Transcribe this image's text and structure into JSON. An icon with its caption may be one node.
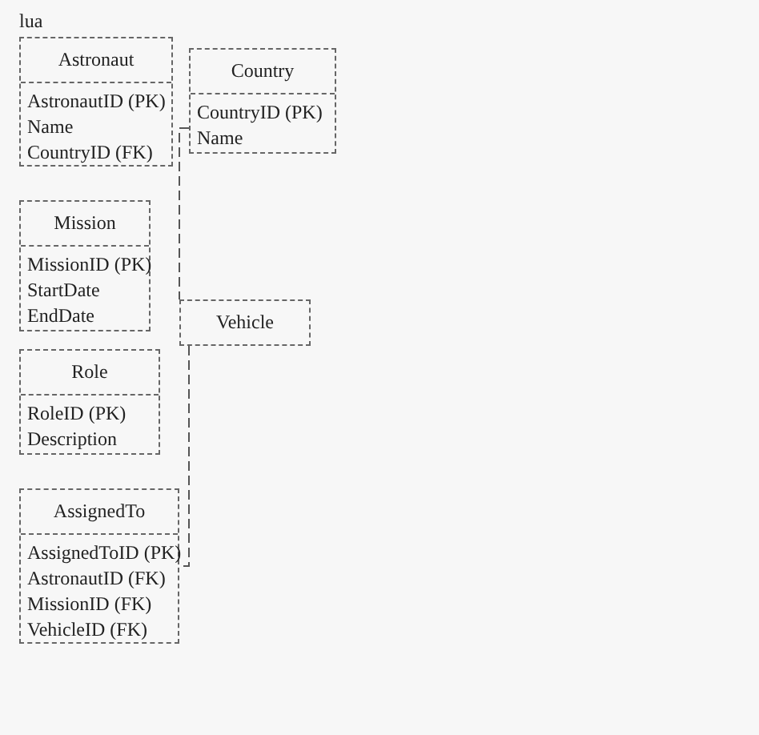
{
  "diagram": {
    "nodes": [
      {
        "text": [
          "Astronaut",
          "AstronautID (PK)",
          "Name",
          "CountryID (FK)"
        ]
      },
      {
        "text": [
          "Country",
          "CountryID (PK)",
          "Name"
        ]
      },
      {
        "text": [
          "Mission",
          "MissionID (PK)",
          "StartDate",
          "EndDate"
        ]
      },
      {
        "text": [
          "Vehicle"
        ]
      },
      {
        "text": [
          "Role",
          "RoleID (PK)",
          "Description"
        ]
      },
      {
        "text": [
          "AssignedTo",
          "AssignedToID (PK)",
          "AstronautID (FK)",
          "MissionID (FK)",
          "VehicleID (FK)"
        ]
      }
    ],
    "edges": [
      {
        "from": 1,
        "to": 3,
        "arrow": "none"
      },
      {
        "from": 3,
        "to": 5,
        "arrow": "none"
      }
    ],
    "labels": [
      "lua"
    ]
  }
}
